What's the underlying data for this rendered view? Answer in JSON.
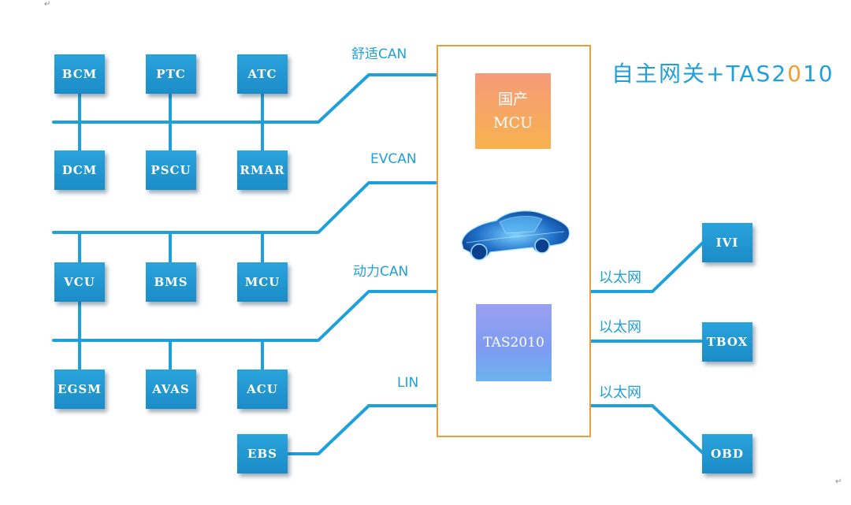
{
  "title": {
    "prefix": "自主网关+TAS2",
    "highlight": "0",
    "suffix": "10"
  },
  "buses": {
    "comfort": "舒适CAN",
    "ev": "EVCAN",
    "power": "动力CAN",
    "lin": "LIN"
  },
  "ecus": {
    "bcm": "BCM",
    "ptc": "PTC",
    "atc": "ATC",
    "dcm": "DCM",
    "pscu": "PSCU",
    "rmar": "RMAR",
    "vcu": "VCU",
    "bms": "BMS",
    "mcu": "MCU",
    "egsm": "EGSM",
    "avas": "AVAS",
    "acu": "ACU",
    "ebs": "EBS",
    "ivi": "IVI",
    "tbox": "TBOX",
    "obd": "OBD"
  },
  "ethernet": {
    "ivi": "以太网",
    "tbox": "以太网",
    "obd": "以太网"
  },
  "gateway": {
    "mcu_line1": "国产",
    "mcu_line2": "MCU",
    "tas": "TAS2010"
  },
  "colors": {
    "bus": "#1ea0dc",
    "ecu": "#1b8cc8",
    "gateway_border": "#e4a03c",
    "title_highlight": "#f0a030"
  },
  "marks": {
    "paragraph": "↵"
  }
}
